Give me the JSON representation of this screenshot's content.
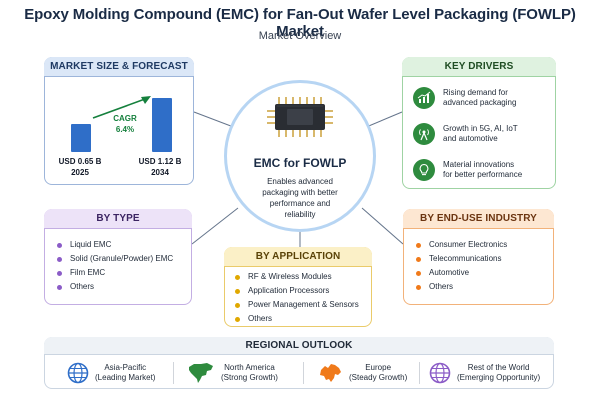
{
  "header": {
    "title": "Epoxy Molding Compound (EMC) for Fan-Out Wafer Level Packaging (FOWLP) Market",
    "subtitle": "Market Overview"
  },
  "market": {
    "heading": "MARKET SIZE & FORECAST",
    "cagr_label": "CAGR",
    "cagr_value": "6.4%",
    "bars": [
      {
        "value": "USD 0.65 B",
        "year": "2025",
        "amount": 0.65
      },
      {
        "value": "USD 1.12 B",
        "year": "2034",
        "amount": 1.12
      }
    ],
    "colors": {
      "bar": "#2f6ec8",
      "arrow": "#15803d"
    }
  },
  "drivers": {
    "heading": "KEY DRIVERS",
    "items": [
      {
        "icon": "chart-growth-icon",
        "text_1": "Rising demand for",
        "text_2": "advanced packaging"
      },
      {
        "icon": "antenna-icon",
        "text_1": "Growth in 5G, AI, IoT",
        "text_2": "and automotive"
      },
      {
        "icon": "lightbulb-icon",
        "text_1": "Material innovations",
        "text_2": "for better performance"
      }
    ]
  },
  "center": {
    "icon": "chip-icon",
    "title": "EMC for FOWLP",
    "desc_1": "Enables advanced",
    "desc_2": "packaging with better",
    "desc_3": "performance and",
    "desc_4": "reliability"
  },
  "by_type": {
    "heading": "BY TYPE",
    "items": [
      "Liquid EMC",
      "Solid (Granule/Powder) EMC",
      "Film EMC",
      "Others"
    ],
    "color": "#8b5cc7"
  },
  "by_application": {
    "heading": "BY APPLICATION",
    "items": [
      "RF & Wireless Modules",
      "Application Processors",
      "Power Management & Sensors",
      "Others"
    ],
    "color": "#e0a800"
  },
  "by_industry": {
    "heading": "BY END-USE INDUSTRY",
    "items": [
      "Consumer Electronics",
      "Telecommunications",
      "Automotive",
      "Others"
    ],
    "color": "#f07a1a"
  },
  "regional": {
    "heading": "REGIONAL OUTLOOK",
    "items": [
      {
        "icon": "globe-icon",
        "name": "Asia-Pacific",
        "note": "(Leading Market)",
        "color": "#2f6ec8"
      },
      {
        "icon": "north-america-map-icon",
        "name": "North America",
        "note": "(Strong Growth)",
        "color": "#2e8b3e"
      },
      {
        "icon": "europe-map-icon",
        "name": "Europe",
        "note": "(Steady Growth)",
        "color": "#f07a1a"
      },
      {
        "icon": "world-globe-icon",
        "name": "Rest of the World",
        "note": "(Emerging Opportunity)",
        "color": "#8b5cc7"
      }
    ]
  }
}
